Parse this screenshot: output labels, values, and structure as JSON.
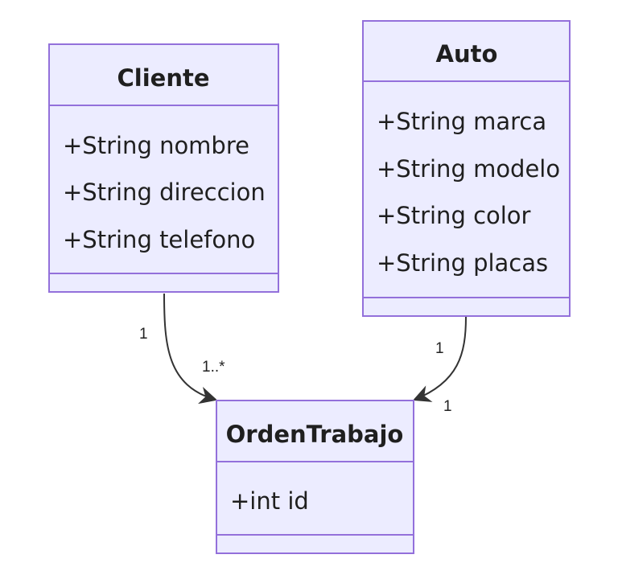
{
  "colors": {
    "box_fill": "#ececff",
    "box_stroke": "#9370db",
    "edge": "#333333",
    "text": "#1f1f1f"
  },
  "classes": {
    "cliente": {
      "name": "Cliente",
      "attributes": [
        "+String nombre",
        "+String direccion",
        "+String telefono"
      ]
    },
    "auto": {
      "name": "Auto",
      "attributes": [
        "+String marca",
        "+String modelo",
        "+String color",
        "+String placas"
      ]
    },
    "orden": {
      "name": "OrdenTrabajo",
      "attributes": [
        "+int id"
      ]
    }
  },
  "relations": [
    {
      "from": "Cliente",
      "to": "OrdenTrabajo",
      "from_multiplicity": "1",
      "to_multiplicity": "1..*"
    },
    {
      "from": "Auto",
      "to": "OrdenTrabajo",
      "from_multiplicity": "1",
      "to_multiplicity": "1"
    }
  ]
}
